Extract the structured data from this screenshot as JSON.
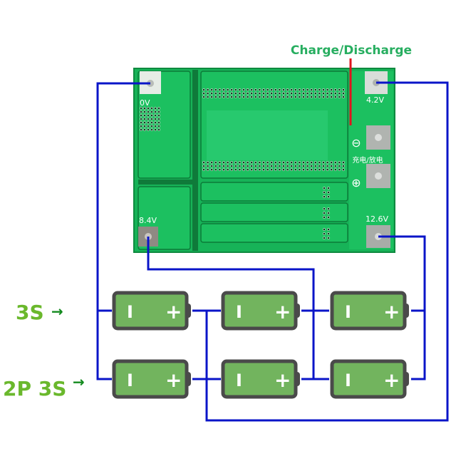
{
  "title": "Charge/Discharge",
  "colors": {
    "wire": "#0a14c8",
    "charge_line": "#e0141e",
    "board": "#19b85a",
    "board_dark": "#0e8a3f",
    "battery_fill": "#72b45e",
    "battery_stroke": "#4a4a4a",
    "label_green": "#6ab82c",
    "arrow_green": "#138a1e",
    "title_green": "#27ae60"
  },
  "board": {
    "pads": [
      {
        "id": "0v",
        "label": "0V"
      },
      {
        "id": "4_2v",
        "label": "4.2V"
      },
      {
        "id": "8_4v",
        "label": "8.4V"
      },
      {
        "id": "12_6v",
        "label": "12.6V"
      }
    ],
    "charge_discharge_cn": "充电/放电",
    "minus_symbol": "⊖",
    "plus_symbol": "⊕"
  },
  "config_labels": {
    "row1": "3S",
    "row2": "2P 3S",
    "arrow": "→"
  },
  "battery": {
    "neg_symbol": "I",
    "pos_symbol": "+"
  },
  "batteries": [
    {
      "row": 1,
      "col": 1
    },
    {
      "row": 1,
      "col": 2
    },
    {
      "row": 1,
      "col": 3
    },
    {
      "row": 2,
      "col": 1
    },
    {
      "row": 2,
      "col": 2
    },
    {
      "row": 2,
      "col": 3
    }
  ]
}
